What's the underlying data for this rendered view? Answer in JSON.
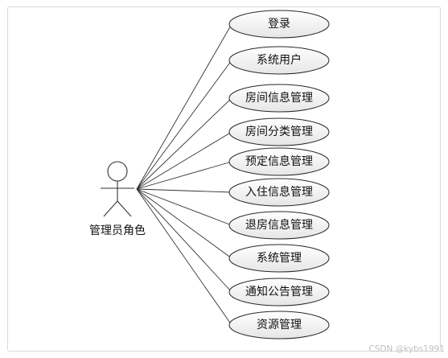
{
  "actor": {
    "label": "管理员角色"
  },
  "use_cases": [
    "登录",
    "系统用户",
    "房间信息管理",
    "房间分类管理",
    "预定信息管理",
    "入住信息管理",
    "退房信息管理",
    "系统管理",
    "通知公告管理",
    "资源管理"
  ],
  "watermark": "CSDN @kybs1991",
  "colors": {
    "ellipse_fill_top": "#ffffff",
    "ellipse_fill_bottom": "#e8e8e8",
    "stroke": "#333333"
  }
}
